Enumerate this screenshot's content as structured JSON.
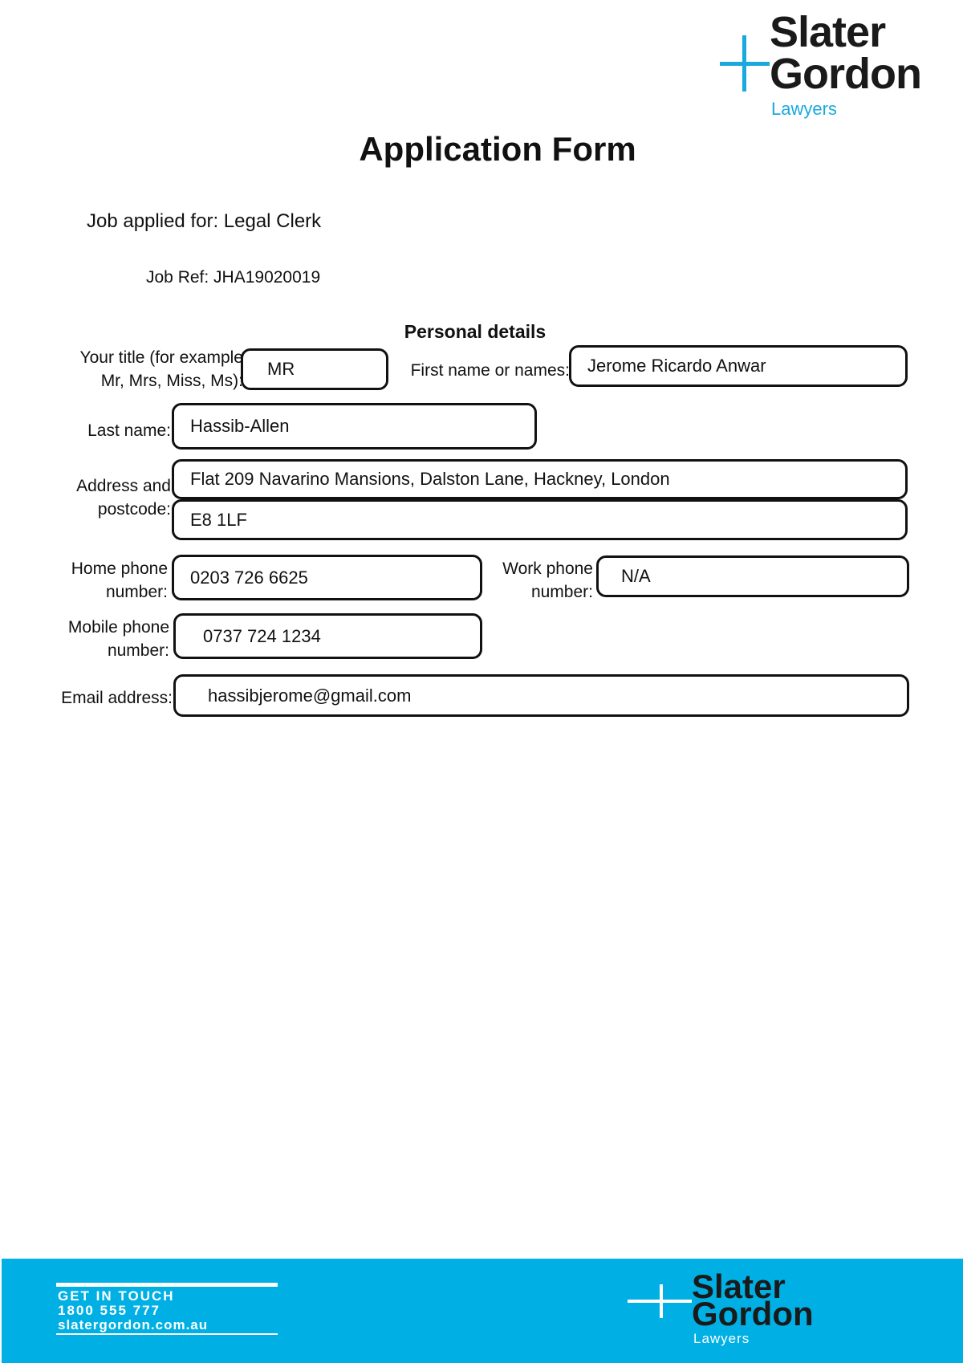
{
  "logo": {
    "line1": "Slater",
    "line2": "Gordon",
    "line3": "Lawyers"
  },
  "title": "Application Form",
  "job_applied": "Job applied for: Legal Clerk",
  "job_ref": "Job Ref: JHA19020019",
  "section_heading": "Personal details",
  "fields": {
    "title_label_1": "Your title (for example",
    "title_label_2": "Mr, Mrs, Miss, Ms):",
    "title_value": "MR",
    "first_name_label": "First name or names:",
    "first_name_value": "Jerome Ricardo Anwar",
    "last_name_label": "Last name:",
    "last_name_value": "Hassib-Allen",
    "address_label_1": "Address and",
    "address_label_2": "postcode:",
    "address_line1": "Flat 209 Navarino Mansions, Dalston Lane, Hackney, London",
    "address_line2": "E8 1LF",
    "home_phone_label_1": "Home phone",
    "home_phone_label_2": "number:",
    "home_phone_value": "0203 726 6625",
    "work_phone_label_1": "Work phone",
    "work_phone_label_2": "number:",
    "work_phone_value": "N/A",
    "mobile_label_1": "Mobile phone",
    "mobile_label_2": "number:",
    "mobile_value": "0737 724 1234",
    "email_label": "Email address:",
    "email_value": "hassibjerome@gmail.com"
  },
  "footer": {
    "contact_heading": "GET IN TOUCH",
    "phone": "1800 555 777",
    "website": "slatergordon.com.au",
    "logo_line1": "Slater",
    "logo_line2": "Gordon",
    "logo_line3": "Lawyers"
  },
  "colors": {
    "brand_blue": "#00b0e4",
    "logo_accent": "#19a9de"
  }
}
